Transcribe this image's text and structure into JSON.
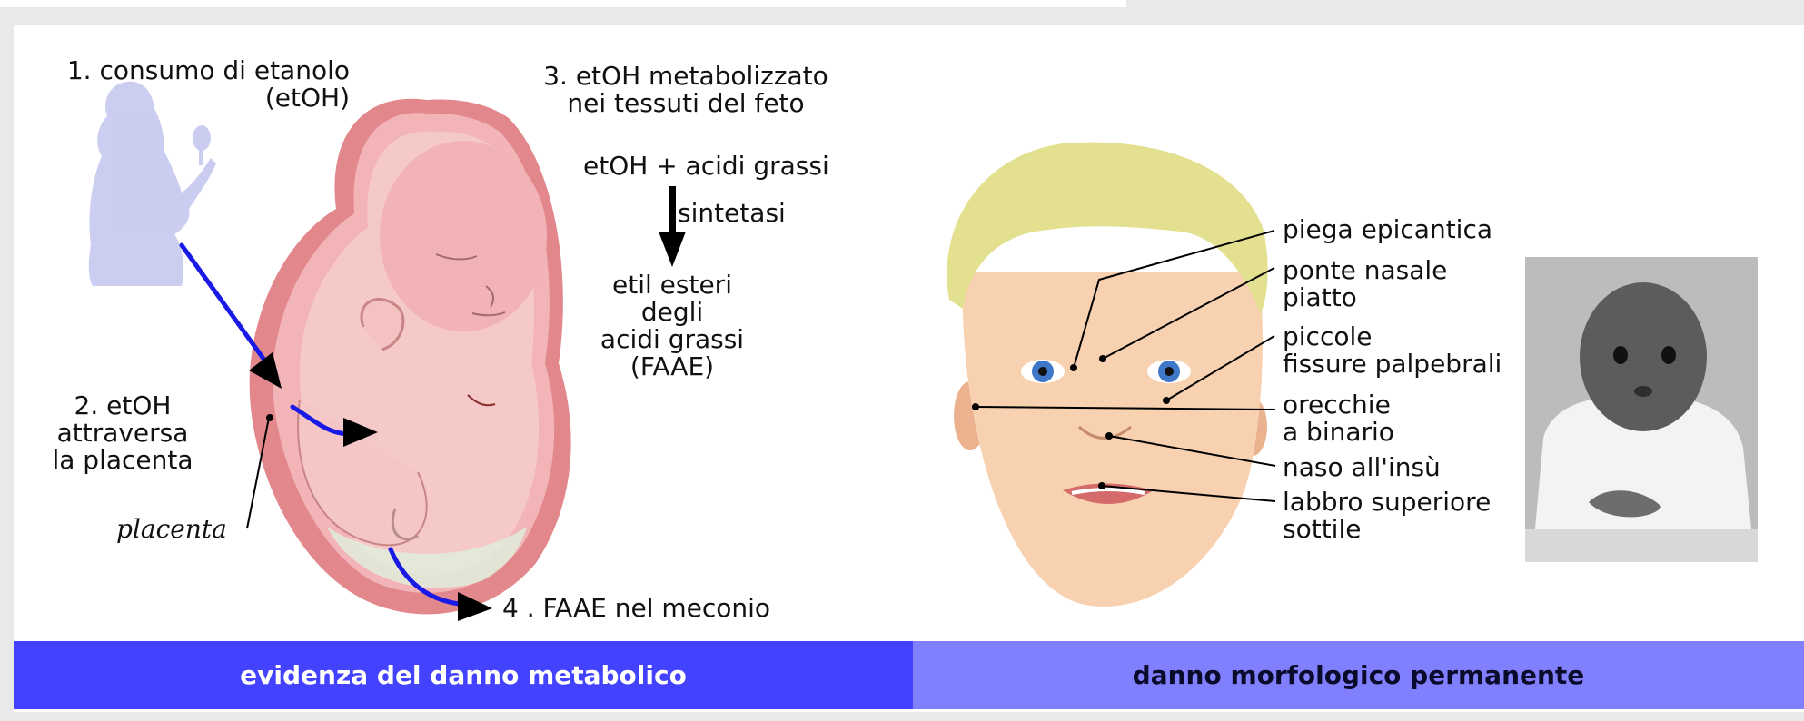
{
  "left": {
    "step1_line1": "1. consumo di etanolo",
    "step1_line2": "(etOH)",
    "step2_line1": "2. etOH",
    "step2_line2": "attraversa",
    "step2_line3": "la placenta",
    "placenta_label": "placenta",
    "step3_line1": "3. etOH metabolizzato",
    "step3_line2": "nei tessuti del feto",
    "reaction_reactants": "etOH + acidi grassi",
    "reaction_enzyme": "sintetasi",
    "product_line1": "etil esteri",
    "product_line2": "degli",
    "product_line3": "acidi grassi",
    "product_line4": "(FAAE)",
    "step4": "4 . FAAE nel meconio"
  },
  "right": {
    "feature1": "piega epicantica",
    "feature2_line1": "ponte nasale",
    "feature2_line2": "piatto",
    "feature3_line1": "piccole",
    "feature3_line2": "fissure palpebrali",
    "feature4_line1": "orecchie",
    "feature4_line2": "a binario",
    "feature5": "naso all'insù",
    "feature6_line1": "labbro superiore",
    "feature6_line2": "sottile"
  },
  "bars": {
    "left": "evidenza del danno metabolico",
    "right": "danno morfologico permanente"
  },
  "colors": {
    "bar_left": "#4242ff",
    "bar_right": "#8080ff",
    "route": "#1a1ae6",
    "womb": "#e2878c",
    "fetus": "#f6c9c9",
    "mother": "#c8caf0",
    "hair": "#e3e08f",
    "skin": "#f8d2b0",
    "eye": "#3f78c8"
  }
}
